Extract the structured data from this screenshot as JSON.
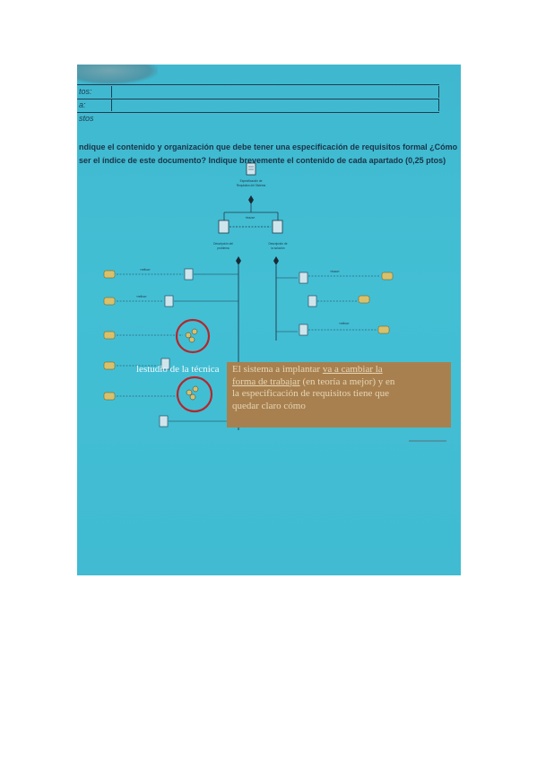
{
  "form": {
    "row1_label": "tos:",
    "row2_label": "a:",
    "row3_label": "stos"
  },
  "question": {
    "line1": "ndique el contenido y organización que debe tener una especificación de requisitos formal ¿Cómo",
    "line2": "ser el índice de este documento? Indique brevemente el contenido de cada apartado (0,25 ptos)"
  },
  "diagram": {
    "root": "Especificación de\nRequisitos del Sistema",
    "root_lines": [
      "Especificación de",
      "Requisitos del Sistema"
    ],
    "edge_label": "«traza»",
    "left_title": [
      "Descripción del",
      "problema"
    ],
    "right_title": [
      "Descripción de",
      "la solución"
    ],
    "stereotype_refines": "«refina»",
    "stereotype_trace": "«traza»"
  },
  "handwriting": "lestudio de la técnica",
  "note": {
    "part1": "El sistema a implantar ",
    "underline1": "va a cambiar la",
    "underline2": "forma de trabajar",
    "part2": " (en teoría a mejor) y en",
    "part3": "la especificación de requisitos tiene que",
    "part4": "quedar claro cómo"
  },
  "colors": {
    "background": "#42bcd2",
    "ink": "#1b3246",
    "note_bg": "#a8804f",
    "note_text": "#e6d6b6",
    "circle": "#b3272d",
    "doc_icon": "#d9c06a"
  }
}
